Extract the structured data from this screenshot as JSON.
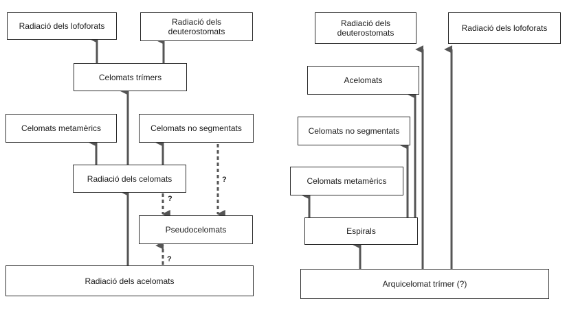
{
  "left": {
    "lophophorates": "Radiació dels lofoforats",
    "deuterostomes": "Radiació dels\ndeuterostomats",
    "trimeric": "Celomats trímers",
    "metameric": "Celomats metamèrics",
    "unsegmented": "Celomats no segmentats",
    "coelomates": "Radiació dels celomats",
    "pseudocoelomates": "Pseudocelomats",
    "acoelomates": "Radiació dels acelomats",
    "q1": "?",
    "q2": "?",
    "q3": "?"
  },
  "right": {
    "deuterostomes": "Radiació dels\ndeuterostomats",
    "lophophorates": "Radiació dels lofoforats",
    "acoelomates": "Acelomats",
    "unsegmented": "Celomats no segmentats",
    "metameric": "Celomats metamèrics",
    "spirals": "Espirals",
    "ancestor": "Arquicelomat trímer (?)"
  }
}
